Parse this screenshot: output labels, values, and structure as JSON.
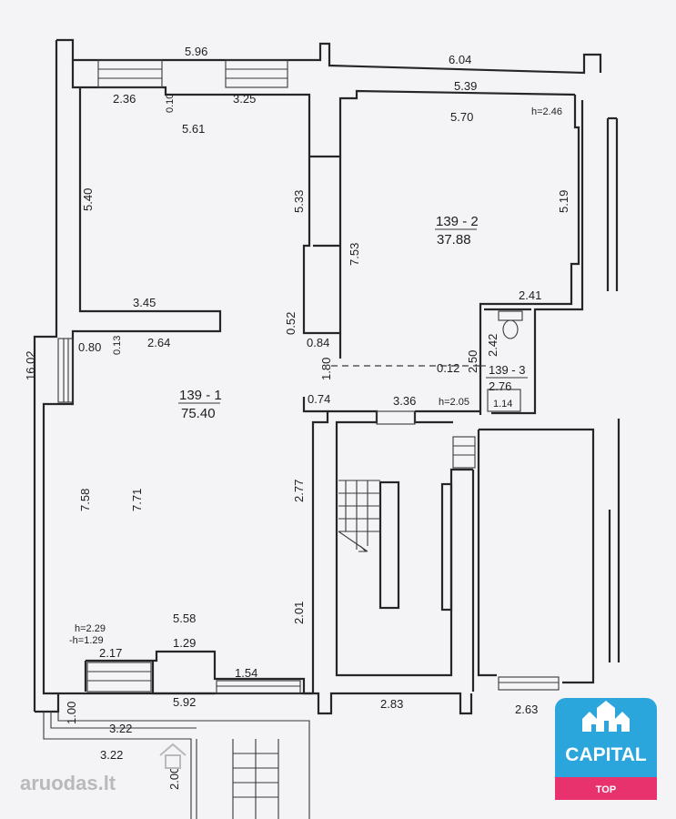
{
  "rooms": [
    {
      "id": "139 - 1",
      "area": "75.40"
    },
    {
      "id": "139 - 2",
      "area": "37.88"
    },
    {
      "id": "139 - 3",
      "area": "2.76"
    }
  ],
  "dimensions": {
    "top_left": "5.96",
    "top_right": "6.04",
    "d_2_36": "2.36",
    "d_0_10": "0.10",
    "d_3_25": "3.25",
    "d_5_61": "5.61",
    "d_5_40": "5.40",
    "d_5_33": "5.33",
    "d_3_45": "3.45",
    "d_16_02": "16.02",
    "d_0_80": "0.80",
    "d_0_13": "0.13",
    "d_2_64": "2.64",
    "d_0_52": "0.52",
    "d_0_84": "0.84",
    "d_1_80": "1.80",
    "d_0_74": "0.74",
    "d_5_39": "5.39",
    "d_5_70": "5.70",
    "h_2_46": "h=2.46",
    "d_5_19": "5.19",
    "d_7_53": "7.53",
    "d_2_41": "2.41",
    "d_2_42": "2.42",
    "d_2_50": "2.50",
    "d_0_12": "0.12",
    "d_1_14": "1.14",
    "d_3_36": "3.36",
    "h_2_05": "h=2.05",
    "d_7_58": "7.58",
    "d_7_71": "7.71",
    "d_2_77": "2.77",
    "d_2_01": "2.01",
    "d_5_58": "5.58",
    "h_2_29": "h=2.29",
    "h_1_29": "-h=1.29",
    "d_2_17": "2.17",
    "d_1_29": "1.29",
    "d_1_54": "1.54",
    "d_5_92": "5.92",
    "d_1_00": "1.00",
    "d_3_22a": "3.22",
    "d_3_22b": "3.22",
    "d_2_00": "2.00",
    "d_2_83": "2.83",
    "d_2_63": "2.63"
  },
  "watermark": {
    "text": "aruodas.lt"
  },
  "logo": {
    "name": "CAPITAL",
    "badge": "TOP",
    "color": "#2aa6dc",
    "badge_color": "#e8326e"
  }
}
